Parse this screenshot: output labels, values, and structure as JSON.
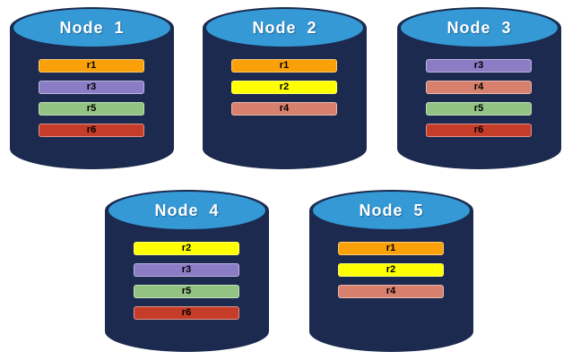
{
  "colors": {
    "cylinder_body": "#1B2A4E",
    "cylinder_top": "#3499D5",
    "replica_colors": {
      "r1": "#FAA109",
      "r2": "#FFFF00",
      "r3": "#8A7CC5",
      "r4": "#D8806E",
      "r5": "#93C383",
      "r6": "#C53C28"
    }
  },
  "nodes": [
    {
      "label": "Node  1",
      "replicas": [
        "r1",
        "r3",
        "r5",
        "r6"
      ]
    },
    {
      "label": "Node  2",
      "replicas": [
        "r1",
        "r2",
        "r4"
      ]
    },
    {
      "label": "Node  3",
      "replicas": [
        "r3",
        "r4",
        "r5",
        "r6"
      ]
    },
    {
      "label": "Node  4",
      "replicas": [
        "r2",
        "r3",
        "r5",
        "r6"
      ]
    },
    {
      "label": "Node  5",
      "replicas": [
        "r1",
        "r2",
        "r4"
      ]
    }
  ]
}
